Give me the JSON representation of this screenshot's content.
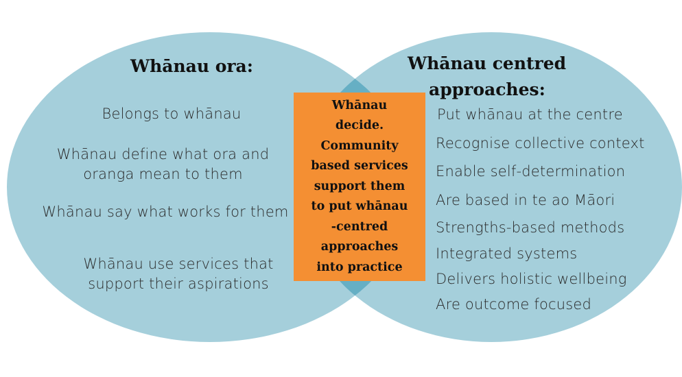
{
  "colors": {
    "circle_fill": "#a5cfdb",
    "overlap_fill": "#66afc4",
    "center_box": "#f48f33",
    "text": "#2a2a2a"
  },
  "left_circle": {
    "title": "Whānau ora:",
    "items": [
      "Belongs to whānau",
      "Whānau define what ora and oranga mean to them",
      "Whānau say what works for them",
      "Whānau use services that support their aspirations"
    ]
  },
  "right_circle": {
    "title_line1": "Whānau centred",
    "title_line2": "approaches:",
    "items": [
      "Put whānau at the centre",
      "Recognise collective context",
      "Enable self-determination",
      "Are based in te ao Māori",
      "Strengths-based methods",
      "Integrated systems",
      "Delivers holistic wellbeing",
      "Are outcome focused"
    ]
  },
  "center": {
    "lines": [
      "Whānau",
      "decide.",
      "Community",
      "based services",
      "support them",
      "to put whānau",
      "-centred",
      "approaches",
      "into practice"
    ]
  }
}
